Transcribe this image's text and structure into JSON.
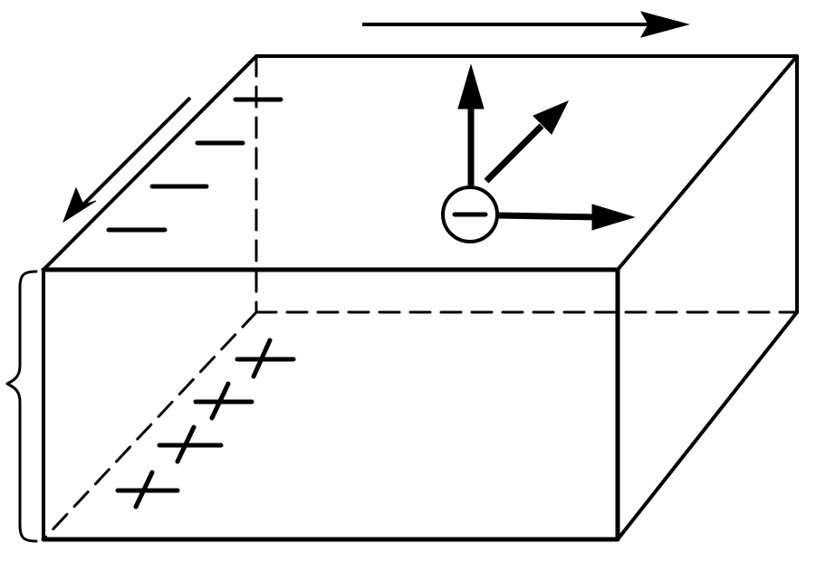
{
  "diagram": {
    "colors": {
      "line": "#000000",
      "background": "#ffffff"
    },
    "top_face_charges": {
      "sign": "-",
      "count": 4
    },
    "left_face_charges": {
      "sign": "+",
      "count": 4
    },
    "particle": {
      "charge_sign": "-",
      "symbol": "minus-circle"
    },
    "vectors": [
      "up-arrow",
      "diagonal-arrow",
      "right-arrow"
    ],
    "flow_arrows": [
      "top-right-arrow",
      "left-diagonal-arrow"
    ],
    "brace": "thickness-brace"
  }
}
